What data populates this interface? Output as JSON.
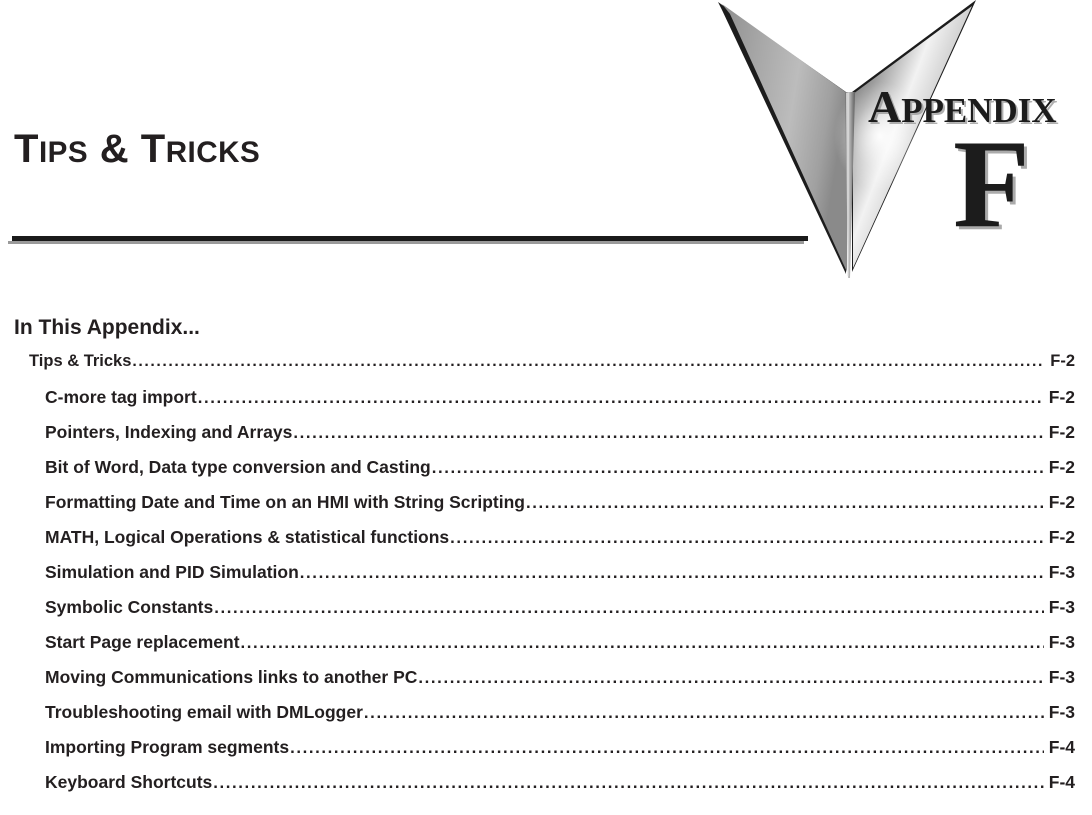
{
  "header": {
    "chapter_title": "Tips & Tricks",
    "appendix_word": "Appendix",
    "appendix_letter": "F",
    "logo_name": "automationdirect-chevron-logo",
    "colors": {
      "text": "#231f20",
      "rule": "#1a1a1a",
      "rule_shadow": "#9a9a9a",
      "logo_light": "#e9e9e9",
      "logo_mid": "#9d9d9d",
      "logo_dark": "#6a6a6a",
      "logo_outline": "#1a1a1a"
    }
  },
  "toc": {
    "heading": "In This Appendix...",
    "entries": [
      {
        "label": "Tips & Tricks",
        "page": "F-2",
        "level": 1
      },
      {
        "label": "C-more tag import",
        "page": "F-2",
        "level": 2
      },
      {
        "label": "Pointers, Indexing and Arrays",
        "page": "F-2",
        "level": 2
      },
      {
        "label": "Bit of Word, Data type conversion and Casting",
        "page": "F-2",
        "level": 2
      },
      {
        "label": "Formatting Date and Time on an HMI with String Scripting",
        "page": "F-2",
        "level": 2
      },
      {
        "label": "MATH, Logical Operations & statistical functions",
        "page": "F-2",
        "level": 2
      },
      {
        "label": "Simulation and PID Simulation",
        "page": "F-3",
        "level": 2
      },
      {
        "label": "Symbolic Constants",
        "page": "F-3",
        "level": 2
      },
      {
        "label": "Start Page replacement",
        "page": "F-3",
        "level": 2
      },
      {
        "label": "Moving Communications links to another PC",
        "page": "F-3",
        "level": 2
      },
      {
        "label": "Troubleshooting email with DMLogger",
        "page": "F-3",
        "level": 2
      },
      {
        "label": "Importing Program segments",
        "page": "F-4",
        "level": 2
      },
      {
        "label": "Keyboard Shortcuts",
        "page": "F-4",
        "level": 2
      }
    ]
  }
}
